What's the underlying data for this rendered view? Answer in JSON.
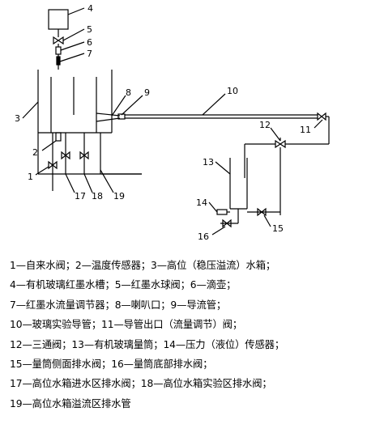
{
  "diagram": {
    "labels": [
      "1",
      "2",
      "3",
      "4",
      "5",
      "6",
      "7",
      "8",
      "9",
      "10",
      "11",
      "12",
      "13",
      "14",
      "15",
      "16",
      "17",
      "18",
      "19"
    ]
  },
  "legend": {
    "lines": [
      "1—自来水阀；2—温度传感器；3—高位（稳压溢流）水箱；",
      "4—有机玻璃红墨水槽；5—红墨水球阀；6—滴壶；",
      "7—红墨水流量调节器；8—喇叭口；9—导流管；",
      "10—玻璃实验导管；11—导管出口（流量调节）阀；",
      "12—三通阀；13—有机玻璃量筒；14—压力（液位）传感器；",
      "15—量筒侧面排水阀；16—量筒底部排水阀；",
      "17—高位水箱进水区排水阀；18—高位水箱实验区排水阀；",
      "19—高位水箱溢流区排水管"
    ]
  }
}
